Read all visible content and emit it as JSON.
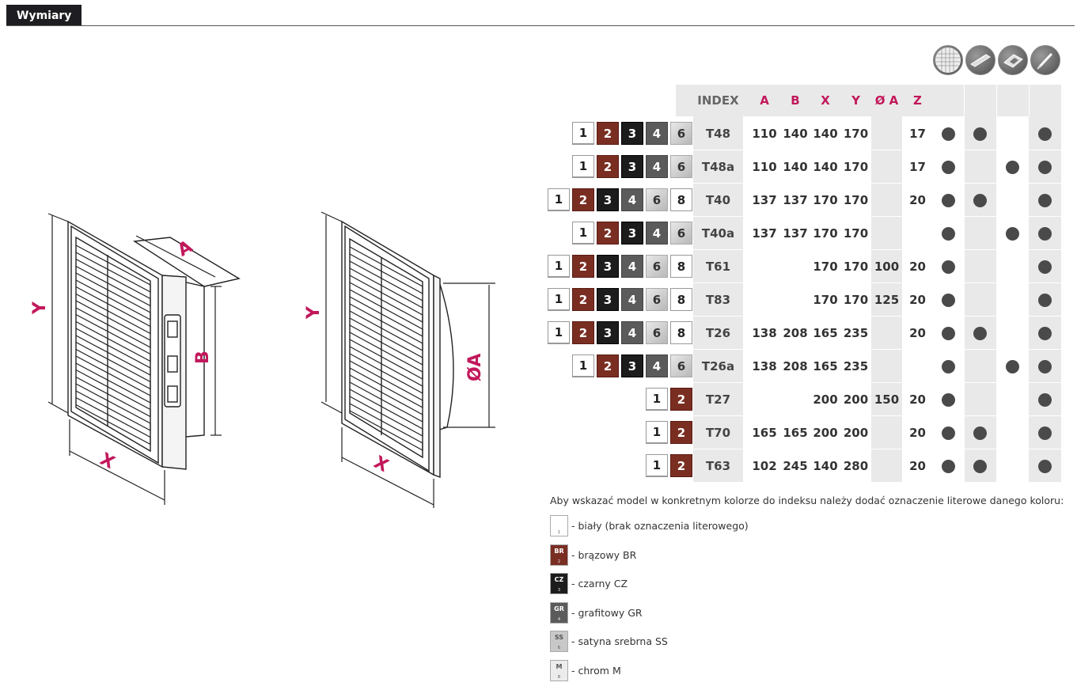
{
  "tab": {
    "label": "Wymiary"
  },
  "drawing1": {
    "labels": {
      "y": "Y",
      "a": "A",
      "b": "B",
      "x": "X"
    }
  },
  "drawing2": {
    "labels": {
      "y": "Y",
      "oa": "ØA",
      "x": "X"
    }
  },
  "feature_icons": [
    "mesh-filter-icon",
    "damper-icon",
    "wall-icon",
    "screwdriver-icon"
  ],
  "table": {
    "headers": [
      "INDEX",
      "A",
      "B",
      "X",
      "Y",
      "Ø A",
      "Z"
    ],
    "rows": [
      {
        "swatches": [
          "1",
          "2",
          "3",
          "4",
          "6"
        ],
        "index": "T48",
        "a": "110",
        "b": "140",
        "x": "140",
        "y": "170",
        "oa": "",
        "z": "17",
        "dots": [
          true,
          true,
          false,
          true
        ]
      },
      {
        "swatches": [
          "1",
          "2",
          "3",
          "4",
          "6"
        ],
        "index": "T48a",
        "a": "110",
        "b": "140",
        "x": "140",
        "y": "170",
        "oa": "",
        "z": "17",
        "dots": [
          true,
          false,
          true,
          true
        ]
      },
      {
        "swatches": [
          "1",
          "2",
          "3",
          "4",
          "6",
          "8"
        ],
        "index": "T40",
        "a": "137",
        "b": "137",
        "x": "170",
        "y": "170",
        "oa": "",
        "z": "20",
        "dots": [
          true,
          true,
          false,
          true
        ]
      },
      {
        "swatches": [
          "1",
          "2",
          "3",
          "4",
          "6"
        ],
        "index": "T40a",
        "a": "137",
        "b": "137",
        "x": "170",
        "y": "170",
        "oa": "",
        "z": "",
        "dots": [
          true,
          false,
          true,
          true
        ]
      },
      {
        "swatches": [
          "1",
          "2",
          "3",
          "4",
          "6",
          "8"
        ],
        "index": "T61",
        "a": "",
        "b": "",
        "x": "170",
        "y": "170",
        "oa": "100",
        "z": "20",
        "dots": [
          true,
          false,
          false,
          true
        ]
      },
      {
        "swatches": [
          "1",
          "2",
          "3",
          "4",
          "6",
          "8"
        ],
        "index": "T83",
        "a": "",
        "b": "",
        "x": "170",
        "y": "170",
        "oa": "125",
        "z": "20",
        "dots": [
          true,
          false,
          false,
          true
        ]
      },
      {
        "swatches": [
          "1",
          "2",
          "3",
          "4",
          "6",
          "8"
        ],
        "index": "T26",
        "a": "138",
        "b": "208",
        "x": "165",
        "y": "235",
        "oa": "",
        "z": "20",
        "dots": [
          true,
          true,
          false,
          true
        ]
      },
      {
        "swatches": [
          "1",
          "2",
          "3",
          "4",
          "6"
        ],
        "index": "T26a",
        "a": "138",
        "b": "208",
        "x": "165",
        "y": "235",
        "oa": "",
        "z": "",
        "dots": [
          true,
          false,
          true,
          true
        ]
      },
      {
        "swatches": [
          "1",
          "2"
        ],
        "index": "T27",
        "a": "",
        "b": "",
        "x": "200",
        "y": "200",
        "oa": "150",
        "z": "20",
        "dots": [
          true,
          false,
          false,
          true
        ]
      },
      {
        "swatches": [
          "1",
          "2"
        ],
        "index": "T70",
        "a": "165",
        "b": "165",
        "x": "200",
        "y": "200",
        "oa": "",
        "z": "20",
        "dots": [
          true,
          true,
          false,
          true
        ]
      },
      {
        "swatches": [
          "1",
          "2"
        ],
        "index": "T63",
        "a": "102",
        "b": "245",
        "x": "140",
        "y": "280",
        "oa": "",
        "z": "20",
        "dots": [
          true,
          true,
          false,
          true
        ]
      }
    ]
  },
  "note": "Aby wskazać model w konkretnym kolorze do indeksu należy dodać oznaczenie literowe danego koloru:",
  "legend": [
    {
      "code": "",
      "num": "1",
      "text": "- biały (brak oznaczenia literowego)",
      "color": "#ffffff",
      "fg": "#222222"
    },
    {
      "code": "BR",
      "num": "2",
      "text": "- brązowy BR",
      "color": "#7a2e22",
      "fg": "#ffffff"
    },
    {
      "code": "CZ",
      "num": "3",
      "text": "- czarny CZ",
      "color": "#1c1c1c",
      "fg": "#ffffff"
    },
    {
      "code": "GR",
      "num": "4",
      "text": "- grafitowy GR",
      "color": "#5b5b5b",
      "fg": "#ffffff"
    },
    {
      "code": "SS",
      "num": "6",
      "text": "- satyna srebrna SS",
      "color": "#c8c8c8",
      "fg": "#555555"
    },
    {
      "code": "M",
      "num": "8",
      "text": "- chrom M",
      "color": "#ececec",
      "fg": "#555555"
    }
  ],
  "colors": {
    "accent": "#c2185b",
    "tab_bg": "#1e1e22",
    "shade": "#e9e9e9",
    "dot": "#4a4a4a"
  }
}
